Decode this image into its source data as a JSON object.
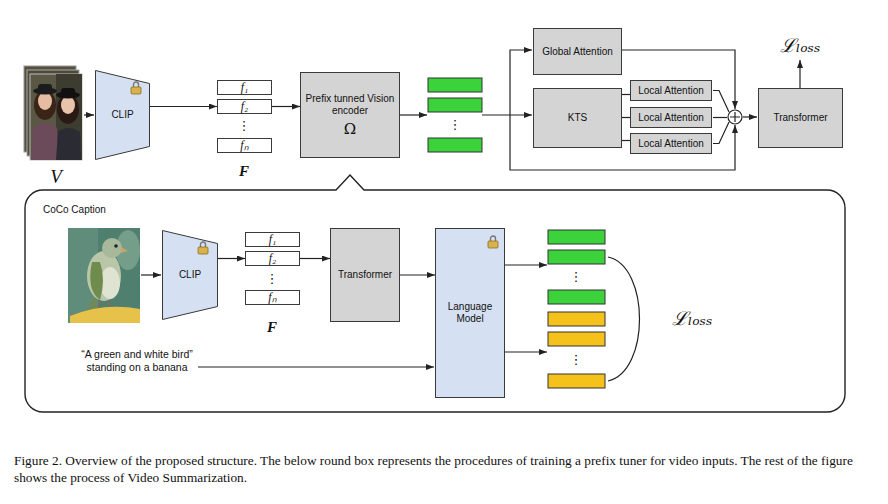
{
  "diagram": {
    "caption": "Figure 2. Overview of the proposed structure. The below round box represents the procedures of training a prefix tuner for video inputs. The rest of the figure shows the process of Video Summarization.",
    "nodes": [
      {
        "text": [
          "CLIP"
        ]
      },
      {
        "text": [
          "f₁"
        ]
      },
      {
        "text": [
          "f₂"
        ]
      },
      {
        "text": [
          "fₙ"
        ]
      },
      {
        "text": [
          "Prefix tunned Vision encoder",
          "Ω"
        ]
      },
      {
        "text": [
          "Global Attention"
        ]
      },
      {
        "text": [
          "KTS"
        ]
      },
      {
        "text": [
          "Local Attention"
        ]
      },
      {
        "text": [
          "Local Attention"
        ]
      },
      {
        "text": [
          "Local Attention"
        ]
      },
      {
        "text": [
          "Transformer"
        ]
      },
      {
        "text": [
          "CoCo Caption"
        ]
      },
      {
        "text": [
          "CLIP"
        ],
        "in": 11
      },
      {
        "text": [
          "f₁"
        ],
        "in": 11
      },
      {
        "text": [
          "f₂"
        ],
        "in": 11
      },
      {
        "text": [
          "fₙ"
        ],
        "in": 11
      },
      {
        "text": [
          "Transformer"
        ],
        "in": 11
      },
      {
        "text": [
          "Language Model"
        ],
        "in": 11
      }
    ],
    "edges": [
      {
        "from": 0,
        "to": 2,
        "arrow": "to"
      },
      {
        "from": 2,
        "to": 4,
        "arrow": "to"
      },
      {
        "from": 6,
        "to": 7,
        "arrow": "none"
      },
      {
        "from": 6,
        "to": 8,
        "arrow": "none"
      },
      {
        "from": 6,
        "to": 9,
        "arrow": "none"
      },
      {
        "from": 12,
        "to": 14,
        "arrow": "to"
      },
      {
        "from": 14,
        "to": 16,
        "arrow": "to"
      },
      {
        "from": 16,
        "to": 17,
        "arrow": "to"
      }
    ],
    "labels": [
      "V",
      "⋮",
      "F",
      "⋮",
      "ℒₗₒₛₛ",
      "⋮",
      "F",
      "⋮",
      "⋮",
      "ℒₗₒₛₛ",
      "“A green and white bird” standing on a banana"
    ]
  }
}
